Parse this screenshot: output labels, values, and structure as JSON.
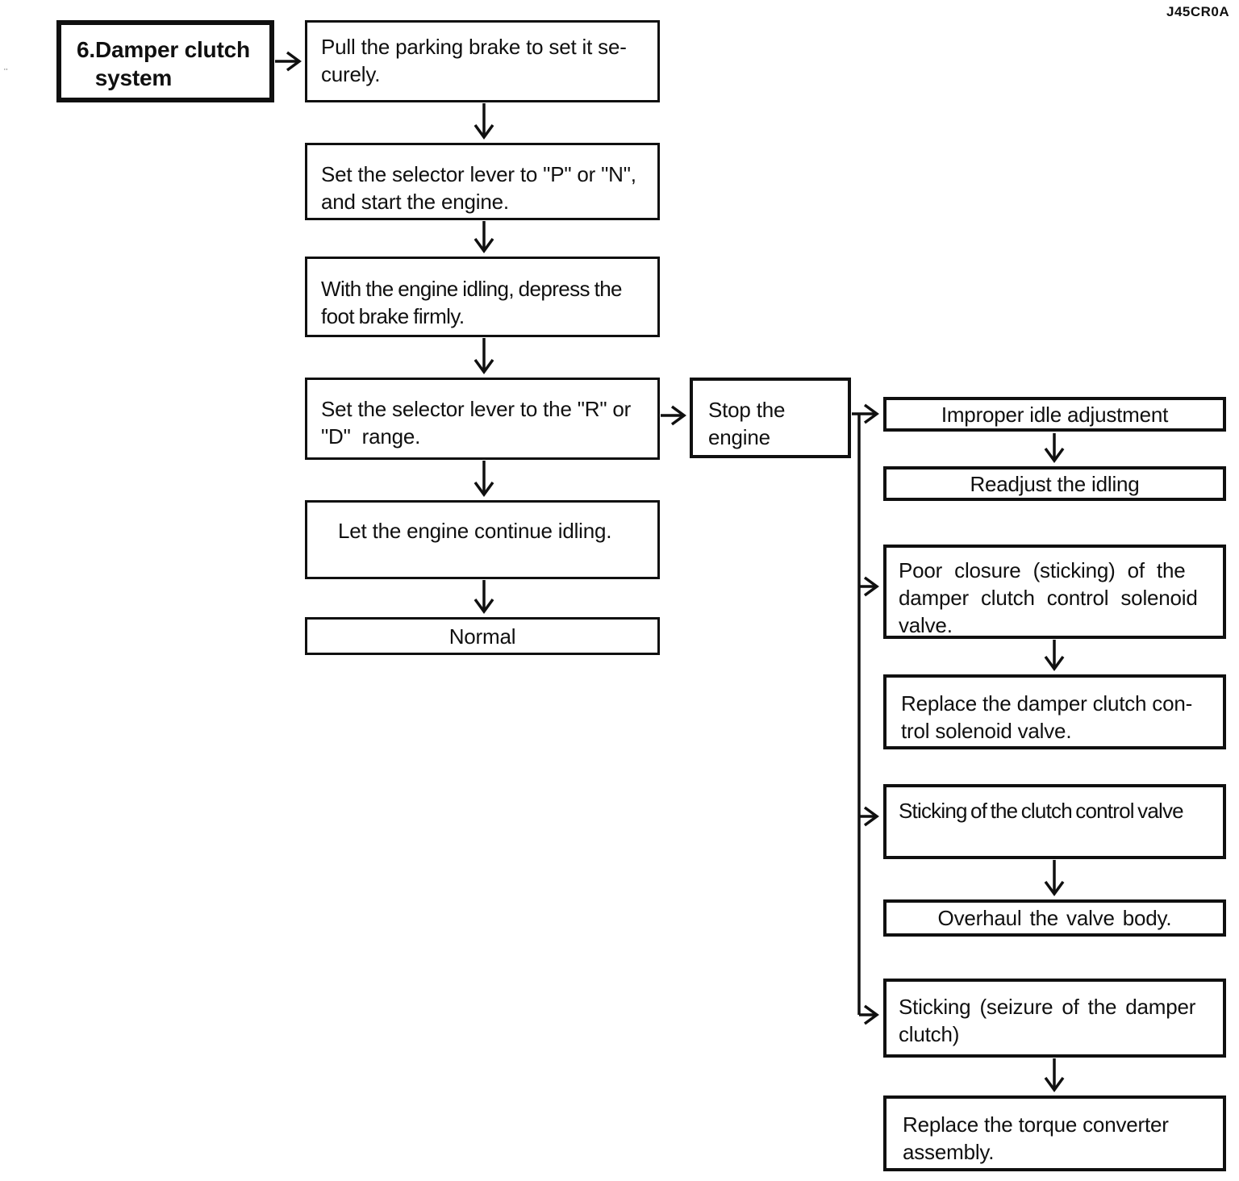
{
  "figure_code": "J45CR0A",
  "artifact_mark": "··",
  "colors": {
    "ink": "#101010",
    "paper": "#ffffff"
  },
  "nodes": {
    "start": {
      "text": "6.Damper clutch\n   system"
    },
    "pull_parking_brake": {
      "text": "Pull the parking brake to set it se-\ncurely."
    },
    "set_lever_p_n": {
      "text": "Set the selector lever to \"P\" or \"N\",\nand start the engine."
    },
    "engine_idling_foot_brake": {
      "text": "With the engine idling, depress the\nfoot brake firmly."
    },
    "set_lever_r_d": {
      "text": "Set the selector lever to the \"R\" or\n\"D\"  range."
    },
    "continue_idling": {
      "text": "Let the engine continue idling."
    },
    "normal": {
      "text": "Normal"
    },
    "stop_engine": {
      "text": "Stop the\nengine"
    },
    "improper_idle": {
      "text": "Improper idle adjustment"
    },
    "readjust_idling": {
      "text": "Readjust the idling"
    },
    "poor_closure": {
      "text": "Poor closure (sticking) of the\ndamper clutch control solenoid\nvalve."
    },
    "replace_solenoid": {
      "text": "Replace the damper clutch con-\ntrol solenoid valve."
    },
    "sticking_control_valve": {
      "text": "Sticking of the clutch control valve"
    },
    "overhaul_valve_body": {
      "text": "Overhaul the valve body."
    },
    "sticking_seizure": {
      "text": "Sticking (seizure of the damper\nclutch)"
    },
    "replace_torque_converter": {
      "text": "Replace the torque converter\nassembly."
    }
  },
  "edges": [
    {
      "from": "start",
      "to": "pull_parking_brake"
    },
    {
      "from": "pull_parking_brake",
      "to": "set_lever_p_n"
    },
    {
      "from": "set_lever_p_n",
      "to": "engine_idling_foot_brake"
    },
    {
      "from": "engine_idling_foot_brake",
      "to": "set_lever_r_d"
    },
    {
      "from": "set_lever_r_d",
      "to": "continue_idling"
    },
    {
      "from": "set_lever_r_d",
      "to": "stop_engine"
    },
    {
      "from": "continue_idling",
      "to": "normal"
    },
    {
      "from": "stop_engine",
      "to": "improper_idle"
    },
    {
      "from": "stop_engine",
      "to": "poor_closure"
    },
    {
      "from": "stop_engine",
      "to": "sticking_control_valve"
    },
    {
      "from": "stop_engine",
      "to": "sticking_seizure"
    },
    {
      "from": "improper_idle",
      "to": "readjust_idling"
    },
    {
      "from": "poor_closure",
      "to": "replace_solenoid"
    },
    {
      "from": "sticking_control_valve",
      "to": "overhaul_valve_body"
    },
    {
      "from": "sticking_seizure",
      "to": "replace_torque_converter"
    }
  ]
}
